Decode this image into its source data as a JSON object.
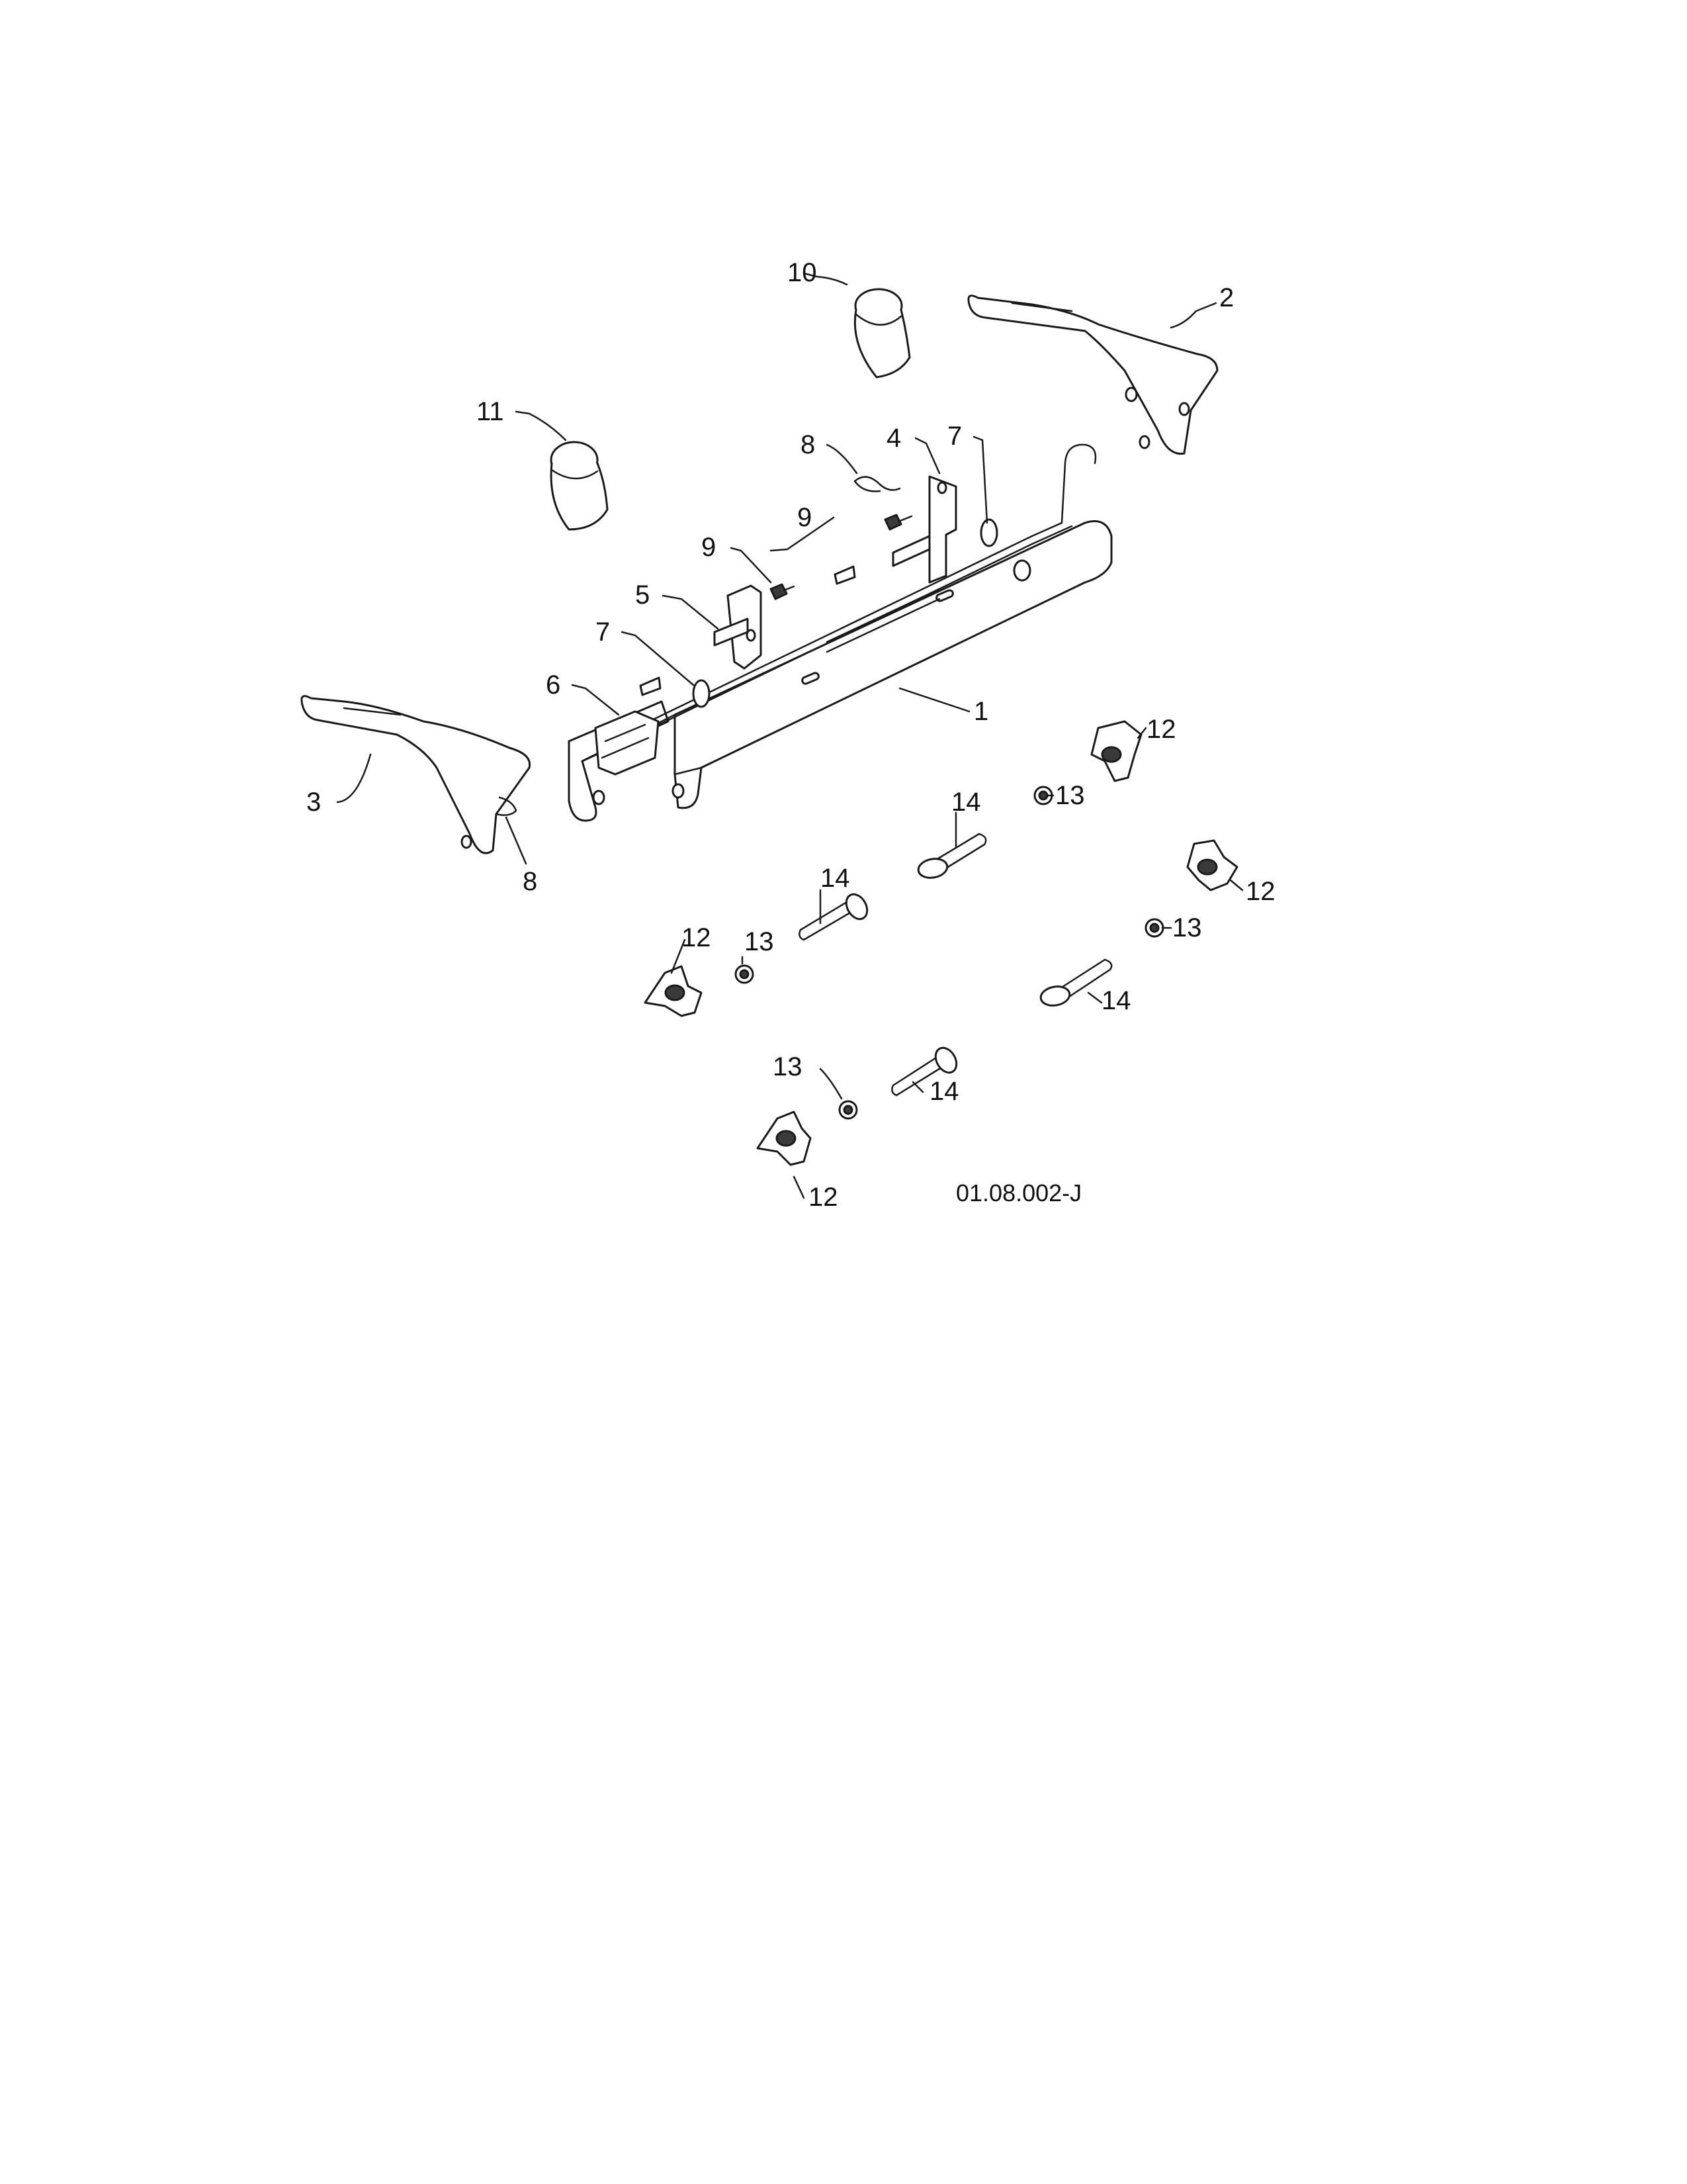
{
  "diagram": {
    "reference_code": "01.08.002-J",
    "callouts": {
      "c1": "1",
      "c2": "2",
      "c3": "3",
      "c4": "4",
      "c5": "5",
      "c6": "6",
      "c7a": "7",
      "c7b": "7",
      "c8a": "8",
      "c8b": "8",
      "c9a": "9",
      "c9b": "9",
      "c10": "10",
      "c11": "11",
      "c12a": "12",
      "c12b": "12",
      "c12c": "12",
      "c12d": "12",
      "c13a": "13",
      "c13b": "13",
      "c13c": "13",
      "c13d": "13",
      "c14a": "14",
      "c14b": "14",
      "c14c": "14",
      "c14d": "14"
    }
  }
}
